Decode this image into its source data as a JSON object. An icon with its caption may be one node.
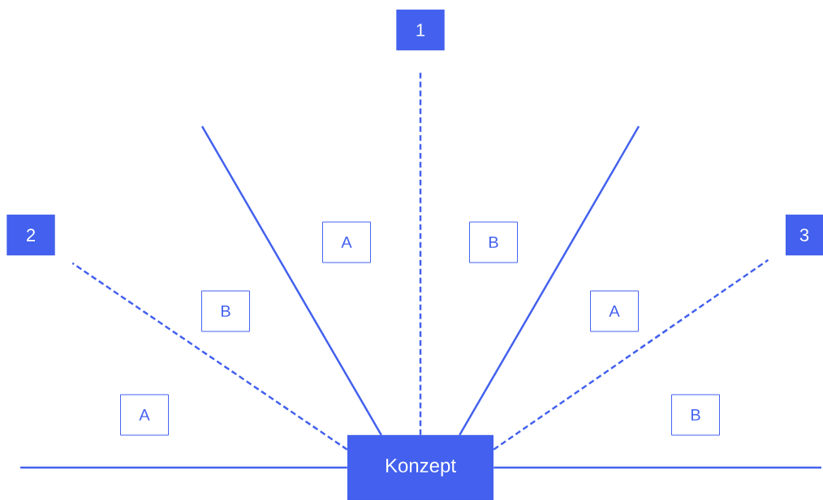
{
  "diagram": {
    "nodes": [
      {
        "text": [
          "1"
        ]
      },
      {
        "text": [
          "2"
        ]
      },
      {
        "text": [
          "3"
        ]
      },
      {
        "text": [
          "A"
        ]
      },
      {
        "text": [
          "B"
        ]
      },
      {
        "text": [
          "B"
        ]
      },
      {
        "text": [
          "A"
        ]
      },
      {
        "text": [
          "A"
        ]
      },
      {
        "text": [
          "B"
        ]
      },
      {
        "text": [
          "Konzept"
        ]
      }
    ],
    "edges": [
      {
        "from": 9,
        "to": 0,
        "arrow": "none",
        "style": "dashed"
      },
      {
        "from": 9,
        "to": 1,
        "arrow": "none",
        "style": "dashed"
      },
      {
        "from": 9,
        "to": 2,
        "arrow": "none",
        "style": "dashed"
      },
      {
        "from": 9,
        "to": null,
        "arrow": "none"
      },
      {
        "from": 9,
        "to": null,
        "arrow": "none"
      },
      {
        "from": 9,
        "to": null,
        "arrow": "none"
      },
      {
        "from": 9,
        "to": null,
        "arrow": "none"
      }
    ]
  }
}
